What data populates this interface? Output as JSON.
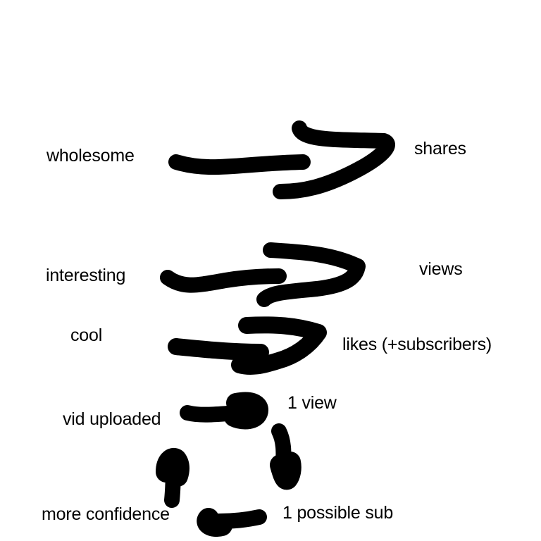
{
  "diagram": {
    "background": "#ffffff",
    "ink_color": "#000000",
    "flows": [
      {
        "from": "wholesome",
        "to": "shares"
      },
      {
        "from": "interesting",
        "to": "views"
      },
      {
        "from": "cool",
        "to": "likes (+subscribers)"
      }
    ],
    "cycle": [
      "vid uploaded",
      "1 view",
      "1 possible sub",
      "more confidence"
    ],
    "labels": {
      "wholesome": "wholesome",
      "shares": "shares",
      "interesting": "interesting",
      "views": "views",
      "cool": "cool",
      "likes": "likes (+subscribers)",
      "vid_uploaded": "vid uploaded",
      "one_view": "1 view",
      "one_possible_sub": "1 possible sub",
      "more_confidence": "more confidence"
    }
  }
}
